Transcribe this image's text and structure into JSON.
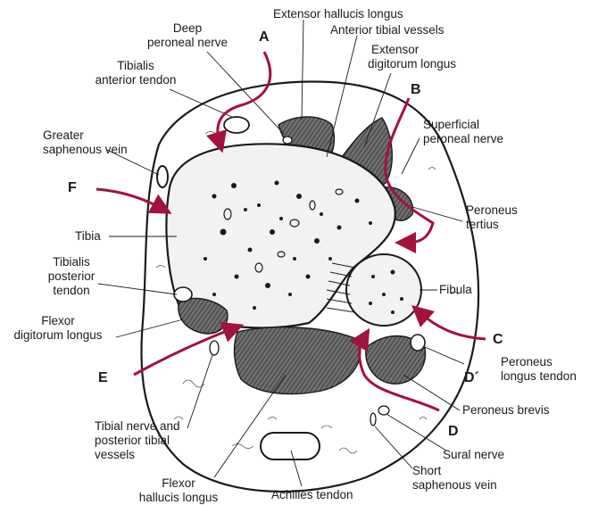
{
  "labels": {
    "extensor_hallucis_longus": "Extensor hallucis longus",
    "deep_peroneal_nerve_1": "Deep",
    "deep_peroneal_nerve_2": "peroneal nerve",
    "anterior_tibial_vessels": "Anterior tibial vessels",
    "extensor_digitorum_longus_1": "Extensor",
    "extensor_digitorum_longus_2": "digitorum longus",
    "tibialis_anterior_tendon_1": "Tibialis",
    "tibialis_anterior_tendon_2": "anterior tendon",
    "superficial_peroneal_nerve_1": "Superficial",
    "superficial_peroneal_nerve_2": "peroneal nerve",
    "greater_saphenous_vein_1": "Greater",
    "greater_saphenous_vein_2": "saphenous vein",
    "peroneus_tertius_1": "Peroneus",
    "peroneus_tertius_2": "tertius",
    "tibia": "Tibia",
    "tibialis_posterior_tendon_1": "Tibialis",
    "tibialis_posterior_tendon_2": "posterior",
    "tibialis_posterior_tendon_3": "tendon",
    "fibula": "Fibula",
    "flexor_digitorum_longus_1": "Flexor",
    "flexor_digitorum_longus_2": "digitorum longus",
    "peroneus_longus_tendon_1": "Peroneus",
    "peroneus_longus_tendon_2": "longus tendon",
    "peroneus_brevis": "Peroneus brevis",
    "tibial_nerve_1": "Tibial nerve and",
    "tibial_nerve_2": "posterior tibial",
    "tibial_nerve_3": "vessels",
    "sural_nerve": "Sural nerve",
    "short_saphenous_vein_1": "Short",
    "short_saphenous_vein_2": "saphenous vein",
    "flexor_hallucis_longus_1": "Flexor",
    "flexor_hallucis_longus_2": "hallucis longus",
    "achilles_tendon": "Achilles tendon"
  },
  "portal_letters": {
    "a": "A",
    "b": "B",
    "c": "C",
    "d": "D",
    "d_prime": "D´",
    "e": "E",
    "f": "F"
  },
  "colors": {
    "approach_arrow": "#a3123a",
    "muscle": "#5c5c5c",
    "bone_fill": "#f2f2f2",
    "outline": "#1a1a1a"
  }
}
